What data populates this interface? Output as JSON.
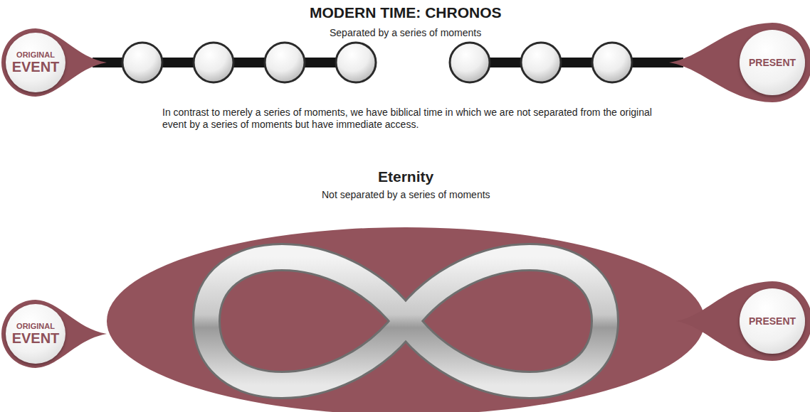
{
  "diagram": {
    "title": "MODERN TIME: CHRONOS",
    "nodes": [
      {
        "text": [
          "ORIGINAL",
          "EVENT"
        ]
      },
      {
        "text": [
          "PRESENT"
        ]
      },
      {
        "text": [
          "ORIGINAL",
          "EVENT"
        ]
      },
      {
        "text": [
          "PRESENT"
        ]
      }
    ],
    "labels": [
      "Separated by a series of moments",
      "In contrast to merely a series of moments, we have biblical time in which we are not separated from the original event by a  series of moments but have immediate access.",
      "Eternity",
      "Not separated by a series of moments"
    ]
  }
}
